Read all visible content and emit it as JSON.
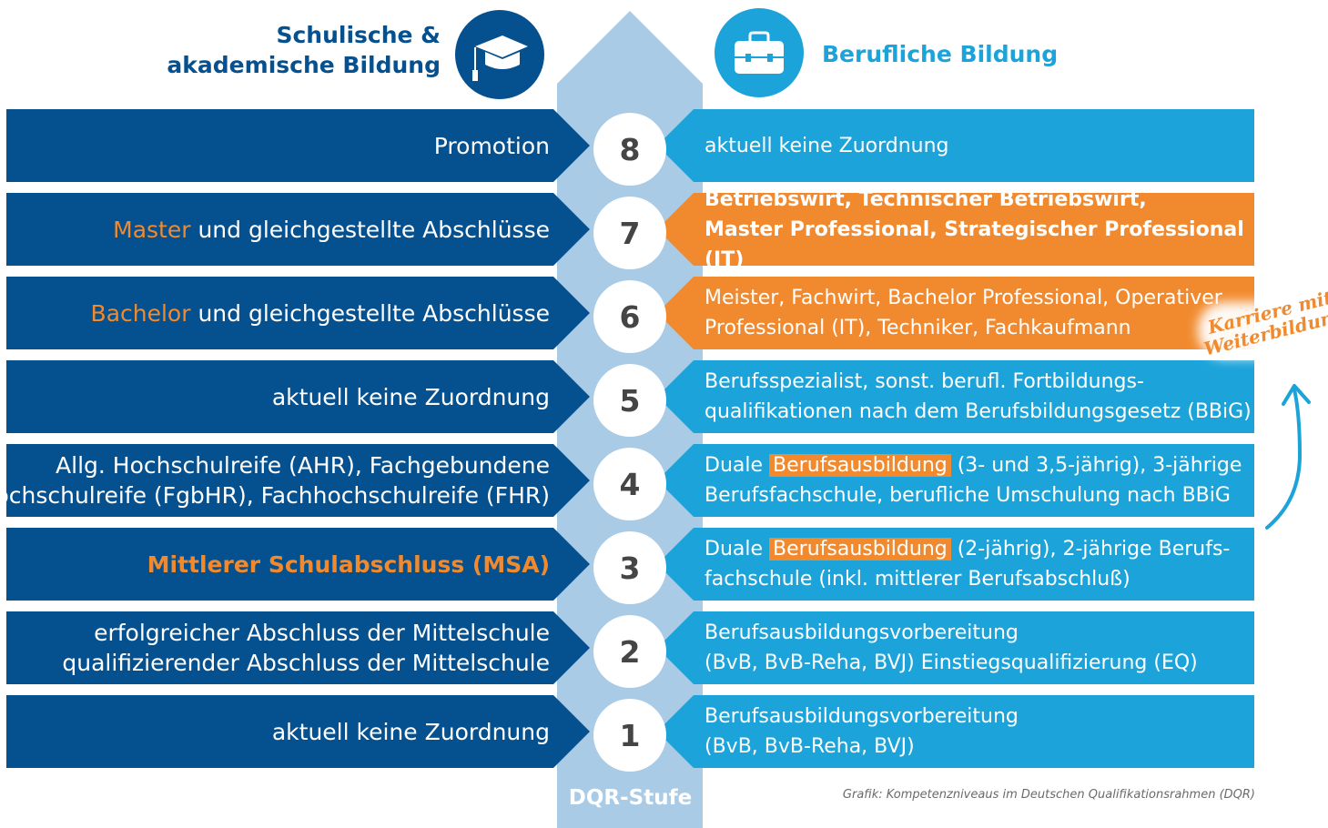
{
  "header": {
    "left_title_line1": "Schulische &",
    "left_title_line2": "akademische Bildung",
    "right_title": "Berufliche Bildung"
  },
  "stufe_label": "DQR-Stufe",
  "caption": "Grafik: Kompetenzniveaus im Deutschen Qualifikationsrahmen (DQR)",
  "karriere": {
    "line1": "Karriere mit",
    "line2": "Weiterbildung"
  },
  "levels": [
    {
      "number": "8",
      "left": {
        "lines": [
          "Promotion"
        ]
      },
      "right": {
        "lines": [
          "aktuell keine Zuordnung"
        ]
      }
    },
    {
      "number": "7",
      "left": {
        "highlight": "Master",
        "rest": " und gleichgestellte Abschlüsse"
      },
      "right": {
        "line1": "Betriebswirt, Technischer Betriebswirt,",
        "line2": "Master Professional, Strategischer Professional (IT)"
      }
    },
    {
      "number": "6",
      "left": {
        "highlight": "Bachelor",
        "rest": " und gleichgestellte Abschlüsse"
      },
      "right": {
        "line1": "Meister, Fachwirt, Bachelor Professional, Operativer",
        "line2": "Professional (IT), Techniker, Fachkaufmann"
      }
    },
    {
      "number": "5",
      "left": {
        "line1": "aktuell keine Zuordnung"
      },
      "right": {
        "line1": "Berufsspezialist, sonst. berufl. Fortbildungs-",
        "line2": "qualifikationen nach dem Berufsbildungsgesetz (BBiG)"
      }
    },
    {
      "number": "4",
      "left": {
        "line1": "Allg. Hochschulreife (AHR), Fachgebundene",
        "line2": "Hochschulreife (FgbHR), Fachhochschulreife (FHR)"
      },
      "right": {
        "pre": "Duale ",
        "highlight": "Berufsausbildung",
        "post": " (3- und 3,5-jährig), 3-jährige",
        "line2": "Berufsfachschule, berufliche Umschulung nach BBiG"
      }
    },
    {
      "number": "3",
      "left": {
        "line1": "Mittlerer Schulabschluss (MSA)"
      },
      "right": {
        "pre": "Duale ",
        "highlight": "Berufsausbildung",
        "post": " (2-jährig), 2-jährige Berufs-",
        "line2": "fachschule (inkl. mittlerer Berufsabschluß)"
      }
    },
    {
      "number": "2",
      "left": {
        "line1": "erfolgreicher Abschluss der Mittelschule",
        "line2": "qualifizierender Abschluss der Mittelschule"
      },
      "right": {
        "line1": "Berufsausbildungsvorbereitung",
        "line2": "(BvB, BvB-Reha, BVJ) Einstiegsqualifizierung (EQ)"
      }
    },
    {
      "number": "1",
      "left": {
        "line1": "aktuell keine Zuordnung"
      },
      "right": {
        "line1": "Berufsausbildungsvorbereitung",
        "line2": "(BvB, BvB-Reha, BVJ)"
      }
    }
  ],
  "colors": {
    "dark_blue": "#05508f",
    "light_blue": "#1ca3d9",
    "orange": "#f18a2e",
    "stem": "#a9cbe6"
  },
  "icons": {
    "left": "graduation-cap-icon",
    "right": "briefcase-icon",
    "arrow": "curved-up-arrow-icon"
  }
}
